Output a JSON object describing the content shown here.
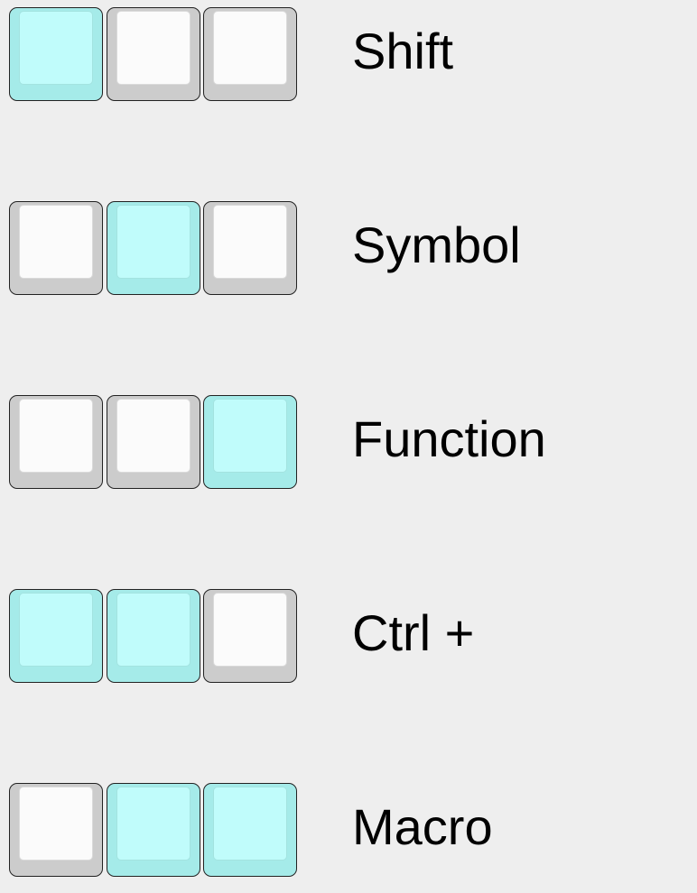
{
  "combos": [
    {
      "label": "Shift",
      "keys": [
        true,
        false,
        false
      ]
    },
    {
      "label": "Symbol",
      "keys": [
        false,
        true,
        false
      ]
    },
    {
      "label": "Function",
      "keys": [
        false,
        false,
        true
      ]
    },
    {
      "label": "Ctrl +",
      "keys": [
        true,
        true,
        false
      ]
    },
    {
      "label": "Macro",
      "keys": [
        false,
        true,
        true
      ]
    }
  ],
  "colors": {
    "background": "#eeeeee",
    "key_active_face": "#c0fcfb",
    "key_active_base": "#a5ebe9",
    "key_inactive_face": "#fbfbfb",
    "key_inactive_base": "#cccccc",
    "outline": "#222222"
  }
}
